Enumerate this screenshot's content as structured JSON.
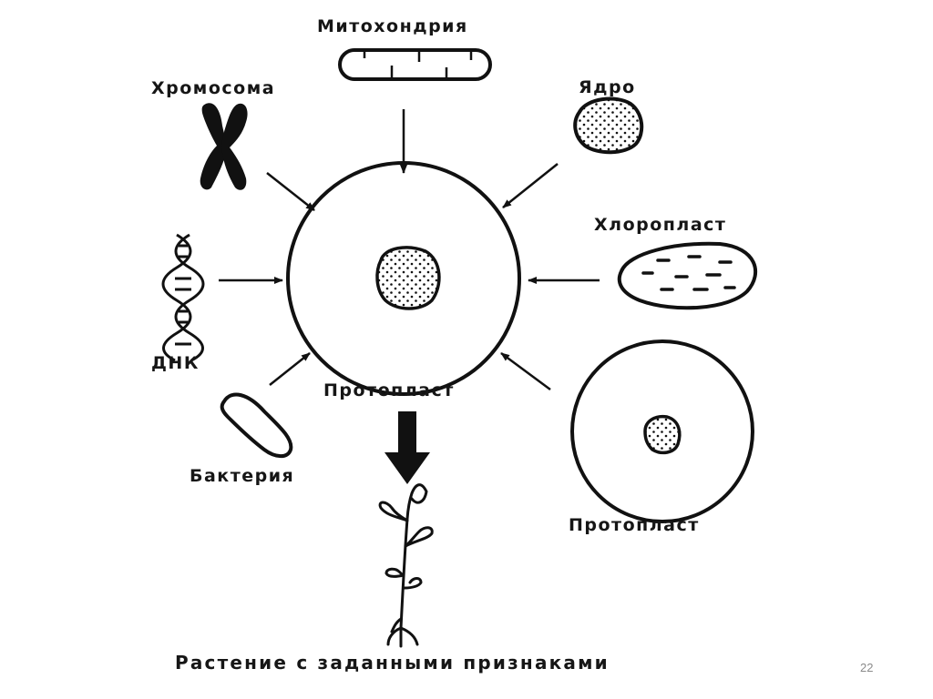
{
  "labels": {
    "mitochondria": "Митохондрия",
    "chromosome": "Хромосома",
    "nucleus": "Ядро",
    "chloroplast": "Хлоропласт",
    "dna": "ДНК",
    "protoplast_center": "Протопласт",
    "protoplast_right": "Протопласт",
    "bacterium": "Бактерия"
  },
  "caption": "Растение с заданными признаками",
  "page_number": "22",
  "icons": [
    "chromosome-icon",
    "dna-helix-icon",
    "mitochondria-icon",
    "nucleus-icon",
    "chloroplast-icon",
    "bacterium-icon",
    "protoplast-icon",
    "plant-icon"
  ],
  "colors": {
    "ink": "#111111",
    "background": "#ffffff",
    "page_number": "#8a8a8a"
  }
}
